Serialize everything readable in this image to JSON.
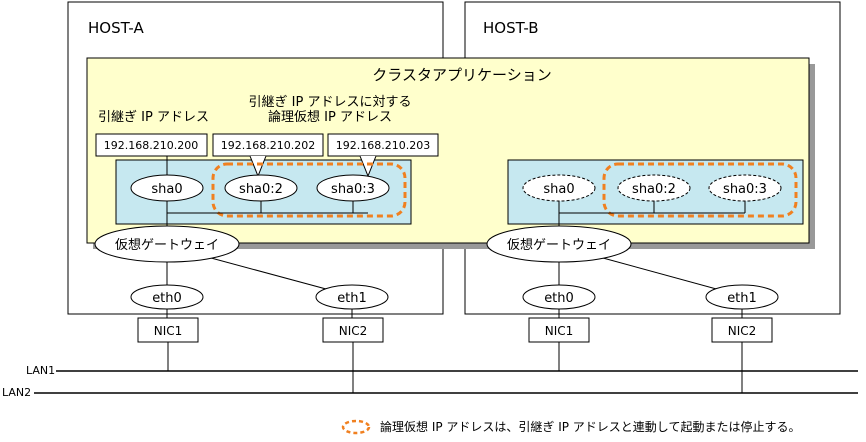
{
  "hosts": [
    {
      "name": "HOST-A"
    },
    {
      "name": "HOST-B"
    }
  ],
  "cluster_app_label": "クラスタアプリケーション",
  "labels": {
    "takeover_ip": "引継ぎ IP アドレス",
    "logical_ip_line1": "引継ぎ IP アドレスに対する",
    "logical_ip_line2": "論理仮想 IP アドレス"
  },
  "ip_addresses": [
    "192.168.210.200",
    "192.168.210.202",
    "192.168.210.203"
  ],
  "host_a_interfaces": [
    "sha0",
    "sha0:2",
    "sha0:3"
  ],
  "host_b_interfaces": [
    "sha0",
    "sha0:2",
    "sha0:3"
  ],
  "gateway_label": "仮想ゲートウェイ",
  "eth": [
    "eth0",
    "eth1"
  ],
  "nic": [
    "NIC1",
    "NIC2"
  ],
  "lan": [
    "LAN1",
    "LAN2"
  ],
  "legend_text": "論理仮想 IP アドレスは、引継ぎ IP アドレスと連動して起動または停止する。",
  "colors": {
    "cluster_fill": "#ffffcc",
    "inner_fill": "#c6e8f0",
    "dashed_accent": "#f08020",
    "line": "#000000"
  }
}
